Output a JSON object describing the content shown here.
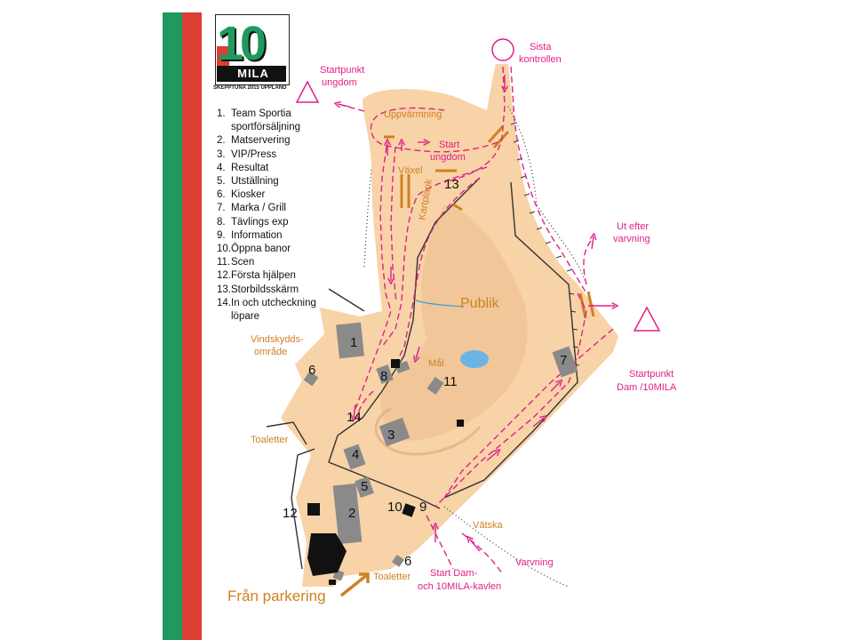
{
  "logo": {
    "number": "10",
    "word": "MILA",
    "subtitle": "SKEPPTUNA 2015 UPPLAND"
  },
  "legend": [
    {
      "n": "1.",
      "text": "Team Sportia sportförsäljning"
    },
    {
      "n": "2.",
      "text": "Matservering"
    },
    {
      "n": "3.",
      "text": "VIP/Press"
    },
    {
      "n": "4.",
      "text": "Resultat"
    },
    {
      "n": "5.",
      "text": "Utställning"
    },
    {
      "n": "6.",
      "text": "Kiosker"
    },
    {
      "n": "7.",
      "text": "Marka / Grill"
    },
    {
      "n": "8.",
      "text": "Tävlings exp"
    },
    {
      "n": "9.",
      "text": "Information"
    },
    {
      "n": "10.",
      "text": "Öppna banor"
    },
    {
      "n": "11.",
      "text": "Scen"
    },
    {
      "n": "12.",
      "text": "Första hjälpen"
    },
    {
      "n": "13.",
      "text": "Storbildsskärm"
    },
    {
      "n": "14.",
      "text": "In och utcheckning löpare"
    }
  ],
  "map_labels": {
    "sista_kontrollen": [
      "Sista",
      "kontrollen"
    ],
    "startpunkt_ungdom": [
      "Startpunkt",
      "ungdom"
    ],
    "start_ungdom": [
      "Start",
      "ungdom"
    ],
    "uppvarmning": "Uppvärmning",
    "vaxel": "Växel",
    "kartplank": "Kartplank",
    "ut_efter_varvning": [
      "Ut efter",
      "varvning"
    ],
    "publik": "Publik",
    "vindskydds_omrade": [
      "Vindskydds-",
      "område"
    ],
    "mal": "Mål",
    "startpunkt_dam": [
      "Startpunkt",
      "Dam /10MILA"
    ],
    "toaletter_1": "Toaletter",
    "toaletter_2": "Toaletter",
    "vatska": "Vätska",
    "varvning": "Varvning",
    "start_dam": [
      "Start Dam-",
      "och 10MILA-kavlen"
    ],
    "fran_parkering": "Från parkering"
  },
  "facility_numbers": {
    "f1": "1",
    "f2": "2",
    "f3": "3",
    "f4": "4",
    "f5": "5",
    "f6a": "6",
    "f6b": "6",
    "f7": "7",
    "f8": "8",
    "f9": "9",
    "f10": "10",
    "f11": "11",
    "f12": "12",
    "f13": "13",
    "f14": "14"
  },
  "colors": {
    "course_magenta": "#e0208a",
    "label_orange": "#d08020",
    "ground_tan": "#f7d3a7",
    "stripe_green": "#1e9a5e",
    "stripe_red": "#dc3e33",
    "building_gray": "#8a8a8a"
  }
}
